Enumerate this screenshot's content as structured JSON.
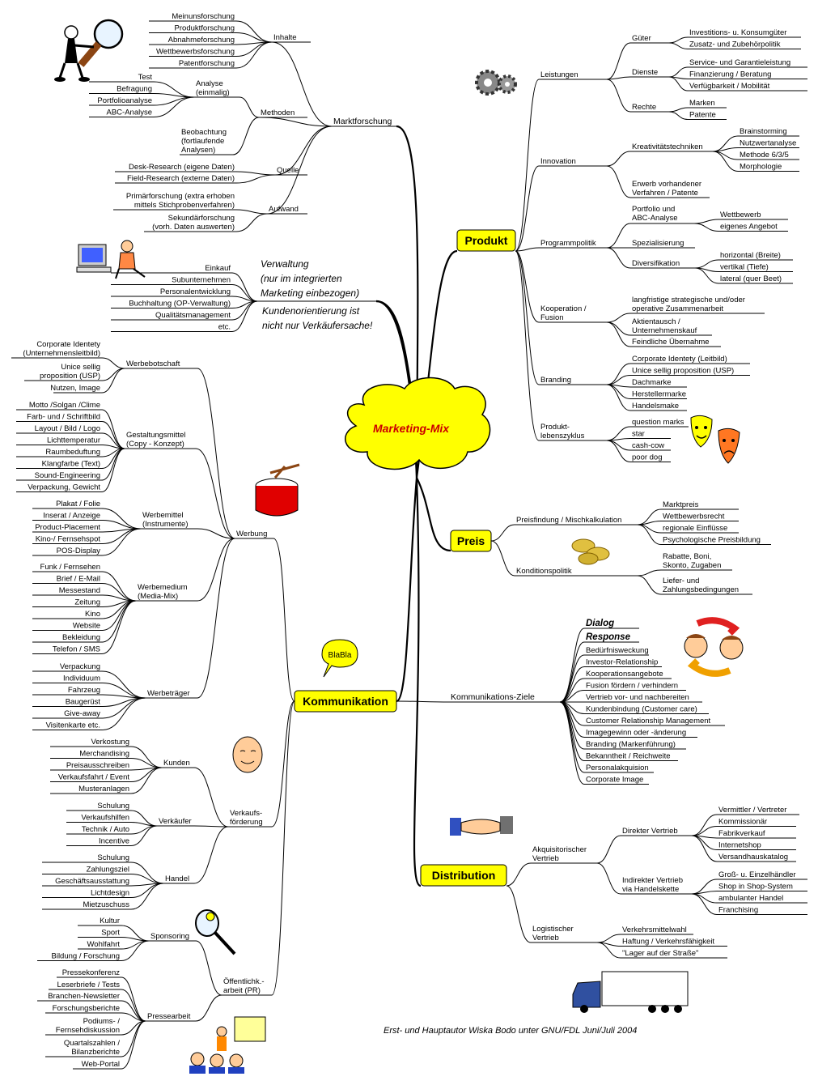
{
  "center": "Marketing-Mix",
  "main": {
    "produkt": "Produkt",
    "preis": "Preis",
    "kommunikation": "Kommunikation",
    "distribution": "Distribution"
  },
  "marktforschung": {
    "label": "Marktforschung",
    "inhalte": {
      "label": "Inhalte",
      "items": [
        "Meinunsforschung",
        "Produktforschung",
        "Abnahmeforschung",
        "Wettbewerbsforschung",
        "Patentforschung"
      ]
    },
    "methoden": {
      "label": "Methoden",
      "analyse": {
        "label": "Analyse\n(einmalig)",
        "items": [
          "Test",
          "Befragung",
          "Portfolioanalyse",
          "ABC-Analyse"
        ]
      },
      "beobachtung": "Beobachtung\n(fortlaufende\nAnalysen)"
    },
    "quelle": {
      "label": "Quelle",
      "items": [
        "Desk-Research (eigene Daten)",
        "Field-Research (externe Daten)"
      ]
    },
    "aufwand": {
      "label": "Aufwand",
      "items": [
        "Primärforschung (extra erhoben\nmittels Stichprobenverfahren)",
        "Sekundärforschung\n(vorh. Daten auswerten)"
      ]
    }
  },
  "verwaltung": {
    "note1": "Verwaltung\n(nur im integrierten\nMarketing einbezogen)",
    "note2": "Kundenorientierung ist\nnicht nur Verkäufersache!",
    "items": [
      "Einkauf",
      "Subunternehmen",
      "Personalentwicklung",
      "Buchhaltung (OP-Verwaltung)",
      "Qualitätsmanagement",
      "etc."
    ]
  },
  "produkt": {
    "leistungen": {
      "label": "Leistungen",
      "gueter": {
        "label": "Güter",
        "items": [
          "Investitions- u. Konsumgüter",
          "Zusatz- und Zubehörpolitik"
        ]
      },
      "dienste": {
        "label": "Dienste",
        "items": [
          "Service- und Garantieleistung",
          "Finanzierung / Beratung",
          "Verfügbarkeit / Mobilität"
        ]
      },
      "rechte": {
        "label": "Rechte",
        "items": [
          "Marken",
          "Patente"
        ]
      }
    },
    "innovation": {
      "label": "Innovation",
      "kreativ": {
        "label": "Kreativitätstechniken",
        "items": [
          "Brainstorming",
          "Nutzwertanalyse",
          "Methode 6/3/5",
          "Morphologie"
        ]
      },
      "erwerb": "Erwerb vorhandener\nVerfahren / Patente"
    },
    "programm": {
      "label": "Programmpolitik",
      "portfolio": {
        "label": "Portfolio und\nABC-Analyse",
        "items": [
          "Wettbewerb",
          "eigenes Angebot"
        ]
      },
      "spezial": "Spezialisierung",
      "diversifikation": {
        "label": "Diversifikation",
        "items": [
          "horizontal (Breite)",
          "vertikal (Tiefe)",
          "lateral (quer Beet)"
        ]
      }
    },
    "kooperation": {
      "label": "Kooperation /\nFusion",
      "items": [
        "langfristige strategische und/oder\noperative Zusammenarbeit",
        "Aktientausch /\nUnternehmenskauf",
        "Feindliche Übernahme"
      ]
    },
    "branding": {
      "label": "Branding",
      "items": [
        "Corporate Identety (Leitbild)",
        "Unice sellig proposition (USP)",
        "Dachmarke",
        "Herstellermarke",
        "Handelsmake"
      ]
    },
    "lebenszyklus": {
      "label": "Produkt-\nlebenszyklus",
      "items": [
        "question marks",
        "star",
        "cash-cow",
        "poor dog"
      ]
    }
  },
  "preis": {
    "preisfindung": {
      "label": "Preisfindung / Mischkalkulation",
      "items": [
        "Marktpreis",
        "Wettbewerbsrecht",
        "regionale Einflüsse",
        "Psychologische Preisbildung"
      ]
    },
    "kondition": {
      "label": "Konditionspolitik",
      "items": [
        "Rabatte, Boni,\nSkonto, Zugaben",
        "Liefer- und\nZahlungsbedingungen"
      ]
    }
  },
  "ziele": {
    "label": "Kommunikations-Ziele",
    "bold": [
      "Dialog",
      "Response"
    ],
    "items": [
      "Bedürfnisweckung",
      "Investor-Relationship",
      "Kooperationsangebote",
      "Fusion fördern / verhindern",
      "Vertrieb vor- und nachbereiten",
      "Kundenbindung (Customer care)",
      "Customer Relationship Management",
      "Imagegewinn oder -änderung",
      "Branding (Markenführung)",
      "Bekanntheit / Reichweite",
      "Personalakquision",
      "Corporate Image"
    ]
  },
  "werbung": {
    "label": "Werbung",
    "botschaft": {
      "label": "Werbebotschaft",
      "items": [
        "Corporate Identety\n(Unternehmensleitbild)",
        "Unice sellig\nproposition (USP)",
        "Nutzen, Image"
      ]
    },
    "gestaltung": {
      "label": "Gestaltungsmittel\n(Copy - Konzept)",
      "items": [
        "Motto /Solgan /Clime",
        "Farb- und / Schriftbild",
        "Layout / Bild / Logo",
        "Lichttemperatur",
        "Raumbeduftung",
        "Klangfarbe (Text)",
        "Sound-Engineering",
        "Verpackung, Gewicht"
      ]
    },
    "mittel": {
      "label": "Werbemittel\n(Instrumente)",
      "items": [
        "Plakat / Folie",
        "Inserat / Anzeige",
        "Product-Placement",
        "Kino-/ Fernsehspot",
        "POS-Display"
      ]
    },
    "medium": {
      "label": "Werbemedium\n(Media-Mix)",
      "items": [
        "Funk / Fernsehen",
        "Brief / E-Mail",
        "Messestand",
        "Zeitung",
        "Kino",
        "Website",
        "Bekleidung",
        "Telefon / SMS"
      ]
    },
    "traeger": {
      "label": "Werbeträger",
      "items": [
        "Verpackung",
        "Individuum",
        "Fahrzeug",
        "Baugerüst",
        "Give-away",
        "Visitenkarte etc."
      ]
    }
  },
  "verkauf": {
    "label": "Verkaufs-\nförderung",
    "kunden": {
      "label": "Kunden",
      "items": [
        "Verkostung",
        "Merchandising",
        "Preisausschreiben",
        "Verkaufsfahrt / Event",
        "Musteranlagen"
      ]
    },
    "verkaeufer": {
      "label": "Verkäufer",
      "items": [
        "Schulung",
        "Verkaufshilfen",
        "Technik / Auto",
        "Incentive"
      ]
    },
    "handel": {
      "label": "Handel",
      "items": [
        "Schulung",
        "Zahlungsziel",
        "Geschäftsausstattung",
        "Lichtdesign",
        "Mietzuschuss"
      ]
    }
  },
  "oeffentlich": {
    "label": "Öffentlichk.-\narbeit (PR)",
    "sponsoring": {
      "label": "Sponsoring",
      "items": [
        "Kultur",
        "Sport",
        "Wohlfahrt",
        "Bildung / Forschung"
      ]
    },
    "presse": {
      "label": "Pressearbeit",
      "items": [
        "Pressekonferenz",
        "Leserbriefe / Tests",
        "Branchen-Newsletter",
        "Forschungsberichte",
        "Podiums- /\nFernsehdiskussion",
        "Quartalszahlen /\nBilanzberichte",
        "Web-Portal"
      ]
    }
  },
  "distribution": {
    "akquise": {
      "label": "Akquisitorischer\nVertrieb",
      "direkt": {
        "label": "Direkter Vertrieb",
        "items": [
          "Vermittler / Vertreter",
          "Kommissionär",
          "Fabrikverkauf",
          "Internetshop",
          "Versandhauskatalog"
        ]
      },
      "indirekt": {
        "label": "Indirekter Vertrieb\nvia Handelskette",
        "items": [
          "Groß- u. Einzelhändler",
          "Shop in Shop-System",
          "ambulanter Handel",
          "Franchising"
        ]
      }
    },
    "logistik": {
      "label": "Logistischer\nVertrieb",
      "items": [
        "Verkehrsmittelwahl",
        "Haftung / Verkehrsfähigkeit",
        "\"Lager auf der Straße\""
      ]
    }
  },
  "bubble": "BlaBla",
  "credit": "Erst- und Hauptautor Wiska Bodo unter GNU/FDL Juni/Juli 2004"
}
